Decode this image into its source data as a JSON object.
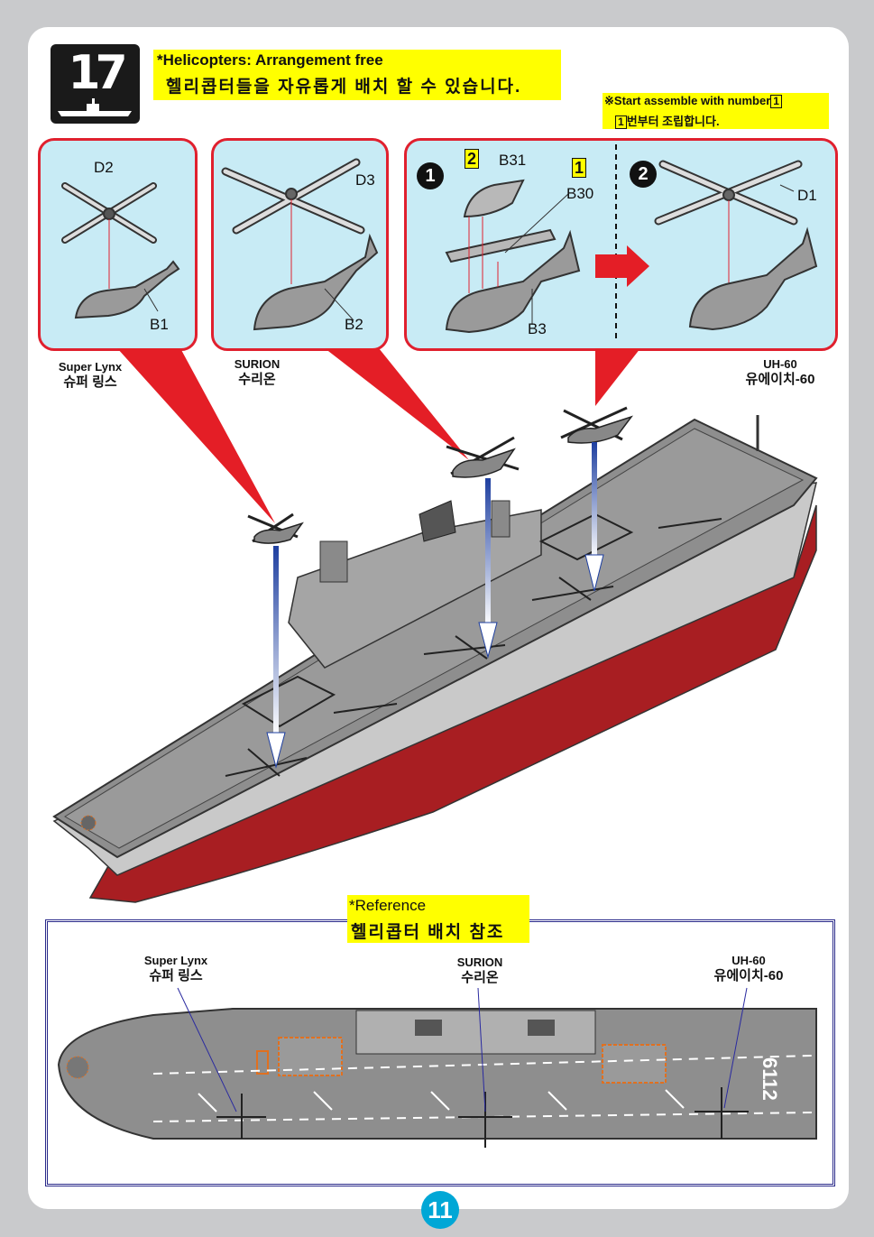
{
  "step": {
    "number": "17"
  },
  "notes": {
    "helicopters_en": "*Helicopters: Arrangement free",
    "helicopters_ko": "헬리콥터들을 자유롭게 배치 할 수 있습니다.",
    "start_en_prefix": "※Start assemble with number",
    "start_box": "1",
    "start_ko_box": "1",
    "start_ko": "번부터 조립합니다."
  },
  "panels": {
    "lynx": {
      "parts": [
        "D2",
        "B1"
      ]
    },
    "surion": {
      "parts": [
        "D3",
        "B2"
      ]
    },
    "uh60": {
      "step1": "1",
      "step2": "2",
      "box2": "2",
      "box1": "1",
      "parts": [
        "B31",
        "B30",
        "B3",
        "D1"
      ]
    }
  },
  "labels": {
    "lynx_en": "Super  Lynx",
    "lynx_ko": "슈퍼 링스",
    "surion_en": "SURION",
    "surion_ko": "수리온",
    "uh60_en": "UH-60",
    "uh60_ko": "유에이치-60"
  },
  "reference": {
    "title_en": "*Reference",
    "title_ko": "헬리콥터 배치 참조",
    "lynx_en": "Super  Lynx",
    "lynx_ko": "슈퍼 링스",
    "surion_en": "SURION",
    "surion_ko": "수리온",
    "uh60_en": "UH-60",
    "uh60_ko": "유에이치-60",
    "hull_number": "6112"
  },
  "page_number": "11",
  "colors": {
    "panel_bg": "#c8ebf5",
    "panel_border": "#e0202e",
    "note_bg": "#ffff00",
    "deck": "#8e8e8e",
    "hull_red": "#a81e22",
    "page_badge": "#00a7d6"
  }
}
